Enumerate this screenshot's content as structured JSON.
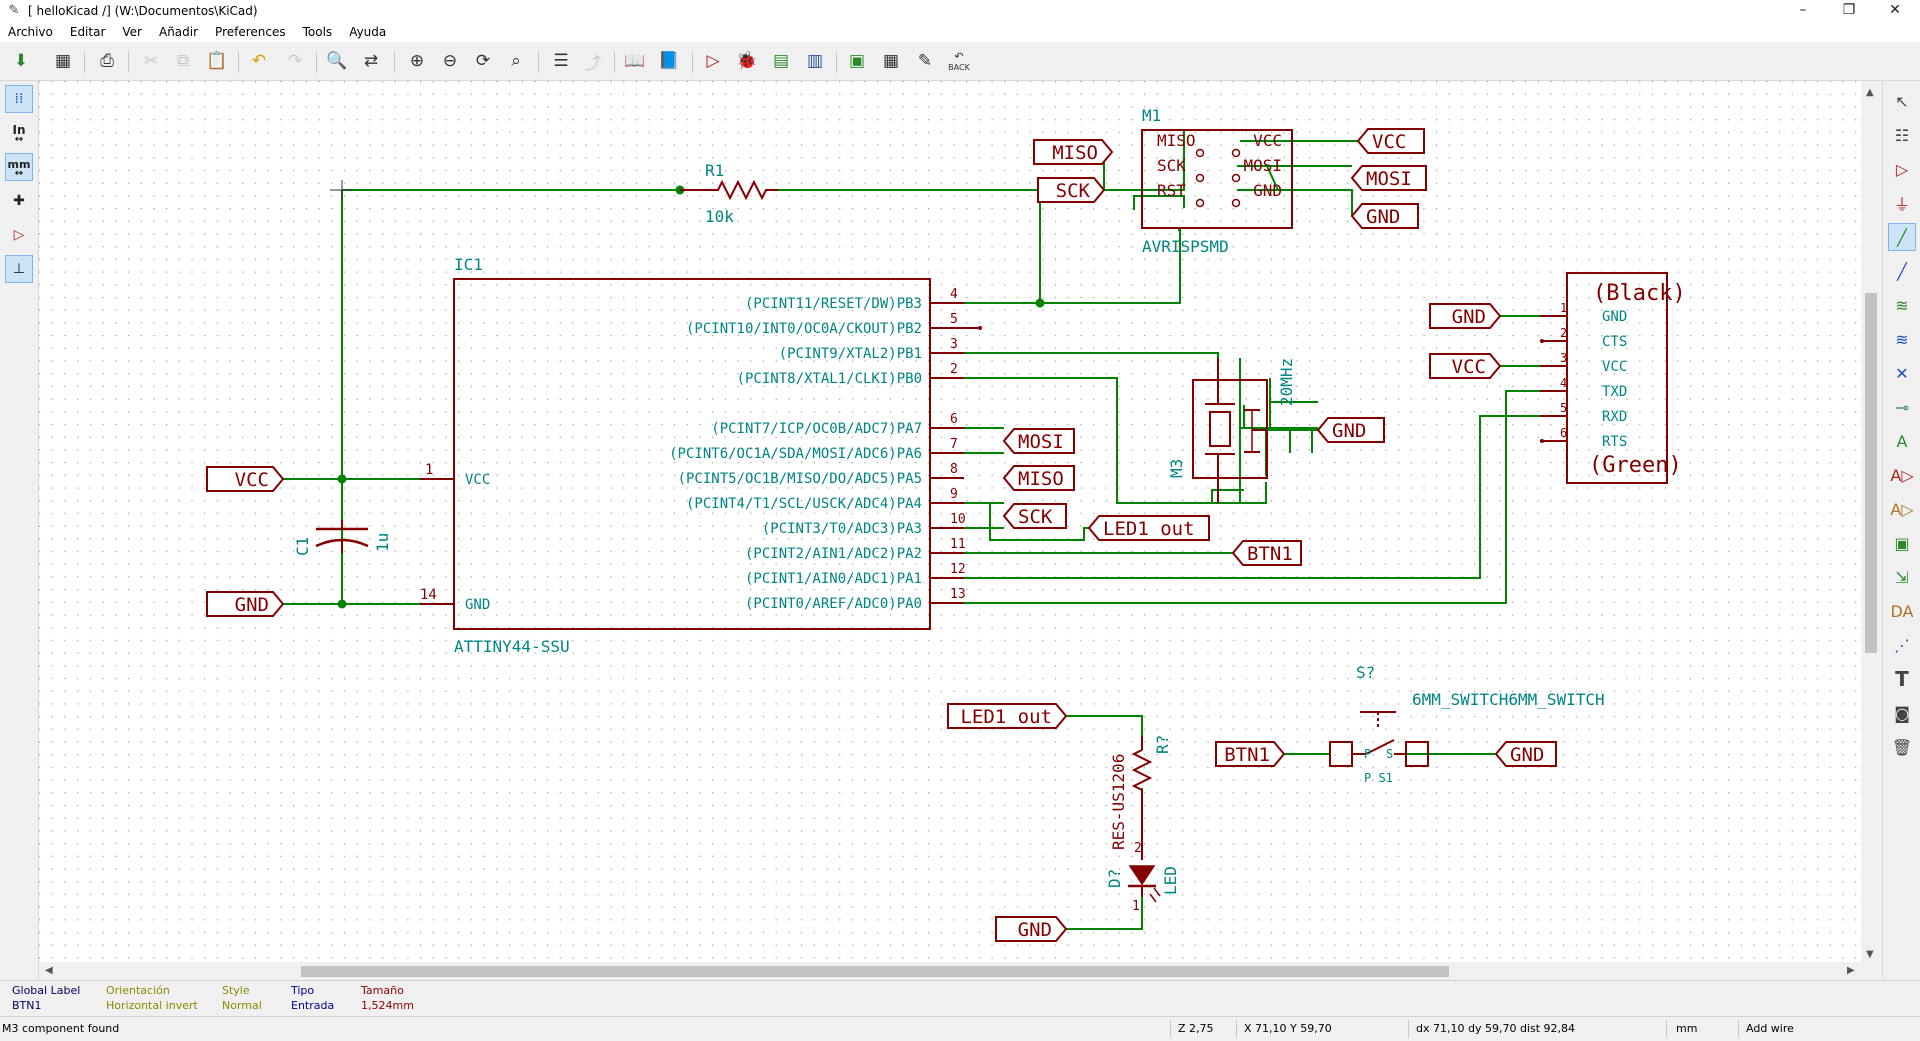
{
  "window": {
    "title": "[ helloKicad /] (W:\\Documentos\\KiCad)",
    "minimize": "–",
    "maximize": "❐",
    "close": "✕"
  },
  "menu": [
    "Archivo",
    "Editar",
    "Ver",
    "Añadir",
    "Preferences",
    "Tools",
    "Ayuda"
  ],
  "toolbar": {
    "icons": [
      "save-sheet-icon",
      "page-settings-icon",
      "print-icon",
      "cut-icon",
      "copy-icon",
      "paste-icon",
      "undo-icon",
      "redo-icon",
      "find-icon",
      "find-replace-icon",
      "zoom-in-icon",
      "zoom-out-icon",
      "redraw-icon",
      "zoom-fit-icon",
      "hierarchy-icon",
      "leave-sheet-icon",
      "library-editor-icon",
      "library-browser-icon",
      "annotate-icon",
      "erc-icon",
      "netlist-icon",
      "bom-icon",
      "cvpcb-icon",
      "pcbnew-icon",
      "import-footprint-icon"
    ],
    "back_label": "BACK"
  },
  "left_tools": {
    "units_in": "In",
    "units_mm": "mm"
  },
  "schematic": {
    "ic1": {
      "ref": "IC1",
      "value": "ATTINY44-SSU",
      "left_pins": [
        {
          "num": "1",
          "name": "VCC"
        },
        {
          "num": "14",
          "name": "GND"
        }
      ],
      "right_pins": [
        {
          "num": "4",
          "name": "(PCINT11/RESET/DW)PB3"
        },
        {
          "num": "5",
          "name": "(PCINT10/INT0/OC0A/CKOUT)PB2"
        },
        {
          "num": "3",
          "name": "(PCINT9/XTAL2)PB1"
        },
        {
          "num": "2",
          "name": "(PCINT8/XTAL1/CLKI)PB0"
        },
        {
          "num": "6",
          "name": "(PCINT7/ICP/OC0B/ADC7)PA7"
        },
        {
          "num": "7",
          "name": "(PCINT6/OC1A/SDA/MOSI/ADC6)PA6"
        },
        {
          "num": "8",
          "name": "(PCINT5/OC1B/MISO/DO/ADC5)PA5"
        },
        {
          "num": "9",
          "name": "(PCINT4/T1/SCL/USCK/ADC4)PA4"
        },
        {
          "num": "10",
          "name": "(PCINT3/T0/ADC3)PA3"
        },
        {
          "num": "11",
          "name": "(PCINT2/AIN1/ADC2)PA2"
        },
        {
          "num": "12",
          "name": "(PCINT1/AIN0/ADC1)PA1"
        },
        {
          "num": "13",
          "name": "(PCINT0/AREF/ADC0)PA0"
        }
      ]
    },
    "r1": {
      "ref": "R1",
      "value": "10k"
    },
    "c1": {
      "ref": "C1",
      "value": "1u"
    },
    "m1": {
      "ref": "M1",
      "value": "AVRISPSMD",
      "left_pins": [
        "MISO",
        "SCK",
        "RST"
      ],
      "right_pins": [
        "VCC",
        "MOSI",
        "GND"
      ]
    },
    "m3": {
      "ref": "M3",
      "value": "20MHz"
    },
    "ftdi": {
      "top": "(Black)",
      "bottom": "(Green)",
      "pins": [
        {
          "num": "1",
          "name": "GND"
        },
        {
          "num": "2",
          "name": "CTS"
        },
        {
          "num": "3",
          "name": "VCC"
        },
        {
          "num": "4",
          "name": "TXD"
        },
        {
          "num": "5",
          "name": "RXD"
        },
        {
          "num": "6",
          "name": "RTS"
        }
      ]
    },
    "led_res": {
      "ref": "R?",
      "value": "RES-US1206",
      "pin2": "2"
    },
    "led": {
      "ref": "D?",
      "value": "LED",
      "pin1": "1"
    },
    "switch": {
      "ref": "S?",
      "value": "6MM_SWITCH6MM_SWITCH",
      "pin_p": "P",
      "pin_s": "S",
      "pads": "P S1"
    },
    "labels": {
      "miso_m1": "MISO",
      "sck_m1": "SCK",
      "vcc_m1": "VCC",
      "mosi_m1": "MOSI",
      "gnd_m1": "GND",
      "mosi_ic": "MOSI",
      "miso_ic": "MISO",
      "sck_ic": "SCK",
      "led1_out_ic": "LED1_out",
      "btn1_ic": "BTN1",
      "vcc_left": "VCC",
      "gnd_left": "GND",
      "gnd_m3": "GND",
      "gnd_ftdi": "GND",
      "vcc_ftdi": "VCC",
      "led1_out": "LED1_out",
      "gnd_led": "GND",
      "btn1_sw": "BTN1",
      "gnd_sw": "GND"
    }
  },
  "info_panel": {
    "headers": [
      "Global Label",
      "Orientación",
      "Style",
      "Tipo",
      "Tamaño"
    ],
    "values": [
      "BTN1",
      "Horizontal invert",
      "Normal",
      "Entrada",
      "1,524mm"
    ]
  },
  "status": {
    "message": "M3 component found",
    "zoom": "Z 2,75",
    "coords": "X 71,10  Y 59,70",
    "delta": "dx 71,10  dy 59,70  dist 92,84",
    "units": "mm",
    "mode": "Add wire"
  },
  "colors": {
    "wire": "#008400",
    "component": "#840000",
    "pin_name": "#008484",
    "junction": "#008400"
  }
}
